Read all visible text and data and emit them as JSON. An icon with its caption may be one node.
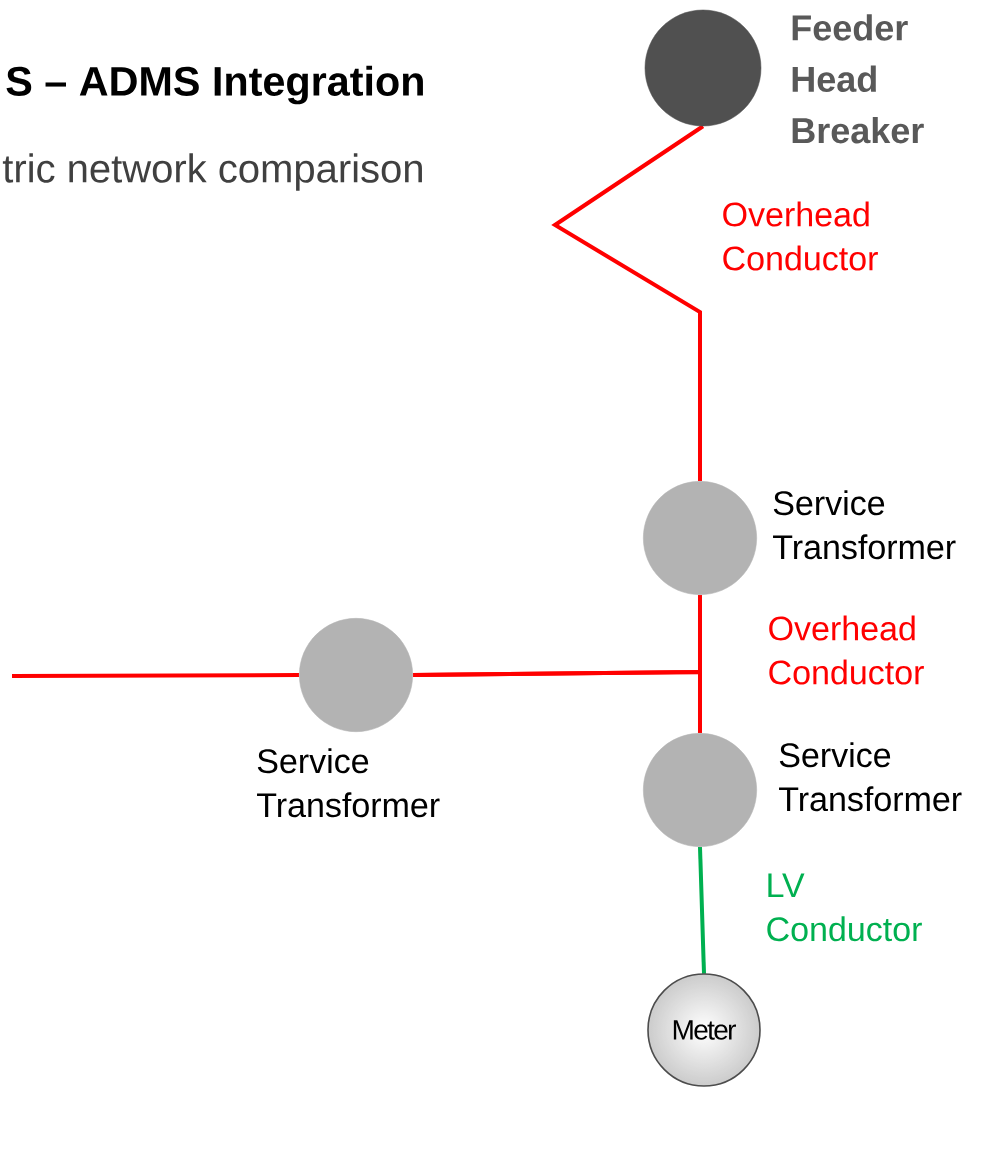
{
  "diagram": {
    "title": "S – ADMS Integration",
    "nodes": [
      {
        "text": [
          "Feeder Head Breaker"
        ]
      },
      {
        "text": [
          "Service Transformer"
        ]
      },
      {
        "text": [
          "Service Transformer"
        ]
      },
      {
        "text": [
          "Service Transformer"
        ]
      },
      {
        "text": [
          "Meter"
        ]
      }
    ],
    "edges": [
      {
        "from": 0,
        "to": 1,
        "arrow": "none",
        "label": "Overhead Conductor"
      },
      {
        "from": 1,
        "to": 3,
        "arrow": "none",
        "label": "Overhead Conductor"
      },
      {
        "from": null,
        "to": 2,
        "arrow": "none"
      },
      {
        "from": 2,
        "to": 1,
        "arrow": "none"
      },
      {
        "from": 2,
        "to": 3,
        "arrow": "none"
      },
      {
        "from": 3,
        "to": 4,
        "arrow": "none",
        "label": "LV Conductor",
        "color": "#00b050"
      }
    ],
    "labels": [
      "tric network comparison"
    ]
  }
}
